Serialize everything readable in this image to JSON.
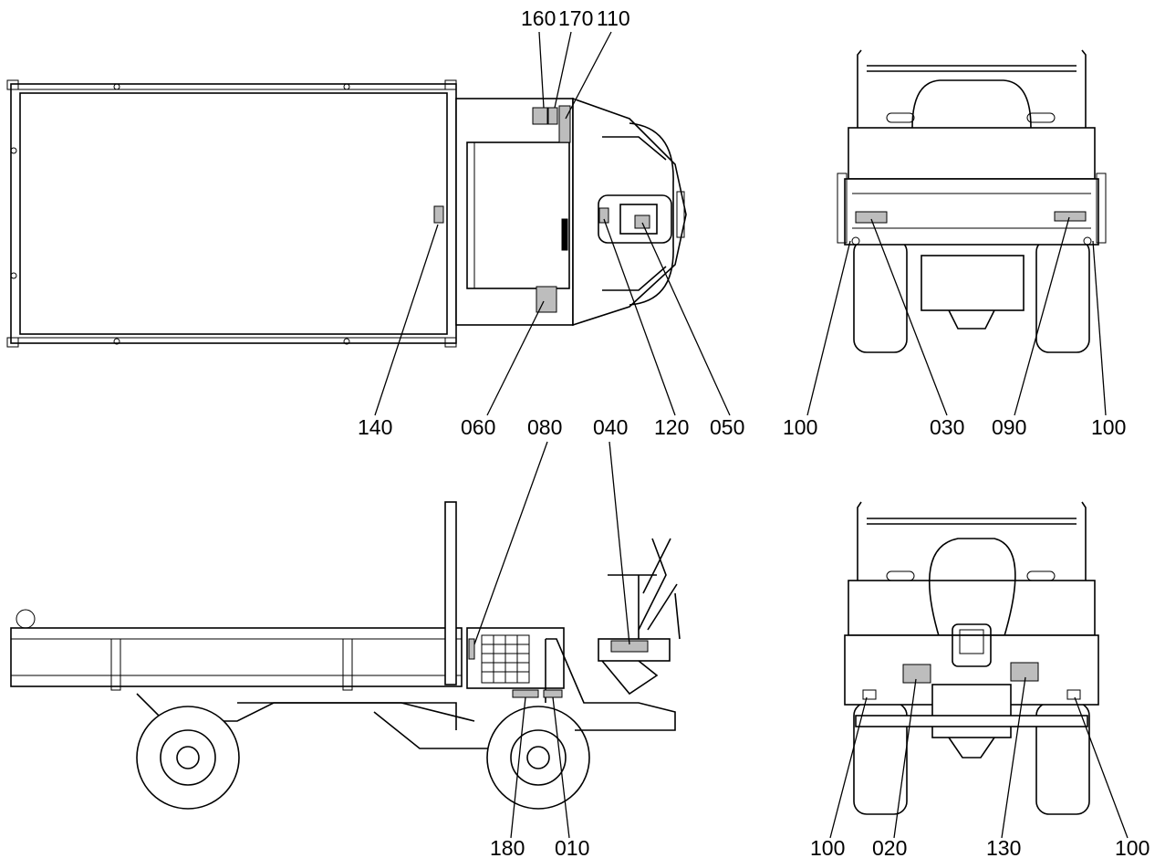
{
  "callouts": {
    "top_view": [
      "160",
      "170",
      "110",
      "140",
      "060",
      "080",
      "040",
      "120",
      "050"
    ],
    "rear_view_top": [
      "100",
      "030",
      "090",
      "100"
    ],
    "side_view": [
      "180",
      "010"
    ],
    "rear_view_bottom": [
      "100",
      "020",
      "130",
      "100"
    ]
  },
  "colors": {
    "line": "#000000",
    "label_patch": "#bdbdbd",
    "background": "#ffffff"
  }
}
